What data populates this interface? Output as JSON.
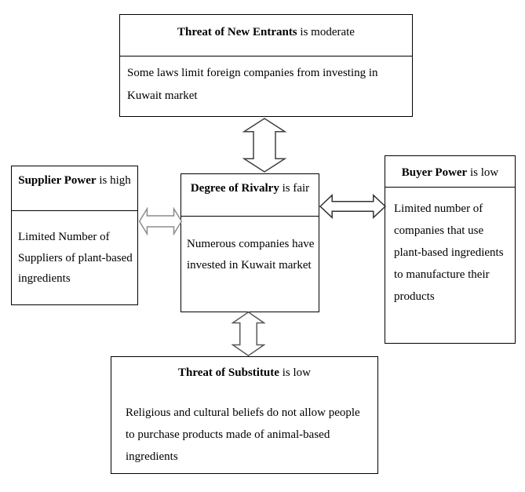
{
  "diagram": {
    "kind": "five-forces-diagram",
    "colors": {
      "background": "#ffffff",
      "border": "#000000",
      "text": "#000000"
    },
    "boxes": {
      "top": {
        "title_bold": "Threat of New Entrants",
        "title_tail": " is moderate",
        "body": "Some laws limit foreign companies from investing in Kuwait market"
      },
      "left": {
        "title_bold": "Supplier Power",
        "title_tail": " is high",
        "body": "Limited Number of Suppliers of plant-based ingredients"
      },
      "center": {
        "title_bold": "Degree of Rivalry",
        "title_tail": " is fair",
        "body": "Numerous companies have invested in Kuwait market"
      },
      "right": {
        "title_bold": "Buyer Power",
        "title_tail": " is low",
        "body": "Limited number of companies that use plant-based ingredients to manufacture their products"
      },
      "bottom": {
        "title_bold": "Threat of Substitute",
        "title_tail": " is low",
        "body": "Religious and cultural beliefs do not allow people to purchase products made of animal-based ingredients"
      }
    },
    "arrows": {
      "top": {
        "direction": "vertical",
        "color": "#404040"
      },
      "left": {
        "direction": "horizontal",
        "color": "#8c8c8c"
      },
      "right": {
        "direction": "horizontal",
        "color": "#333333"
      },
      "bottom": {
        "direction": "vertical",
        "color": "#595959"
      }
    }
  }
}
